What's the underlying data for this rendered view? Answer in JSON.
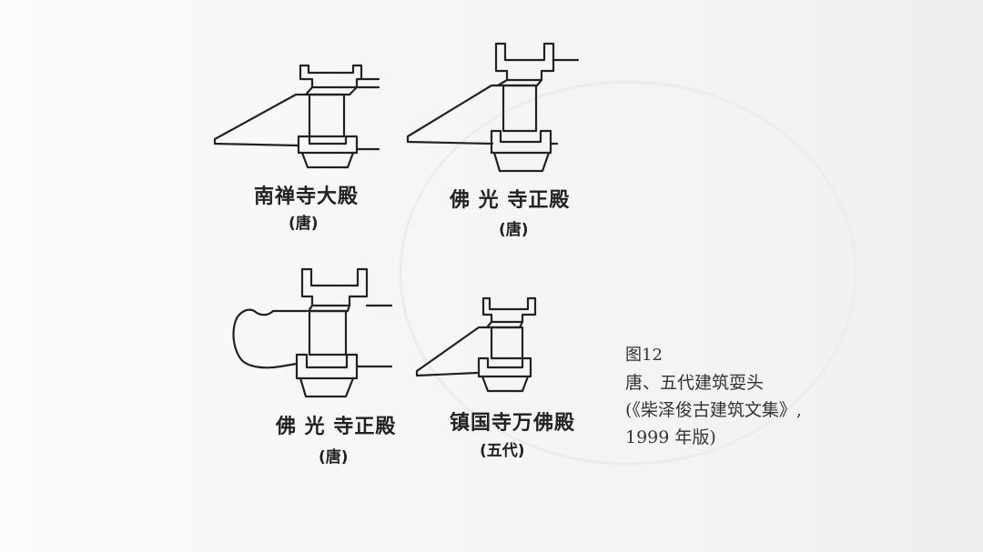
{
  "figures": [
    {
      "name": "南禅寺大殿",
      "era": "(唐)"
    },
    {
      "name": "佛 光 寺正殿",
      "era": "(唐)"
    },
    {
      "name": "佛 光 寺正殿",
      "era": "(唐)"
    },
    {
      "name": "镇国寺万佛殿",
      "era": "(五代)"
    }
  ],
  "caption": {
    "figure_number": "图12",
    "title": "唐、五代建筑耍头",
    "source": "(《柴泽俊古建筑文集》,",
    "edition": "1999 年版)"
  },
  "colors": {
    "ink": "#222222",
    "caption_text": "#333333",
    "paper": "#f7f7f7"
  }
}
